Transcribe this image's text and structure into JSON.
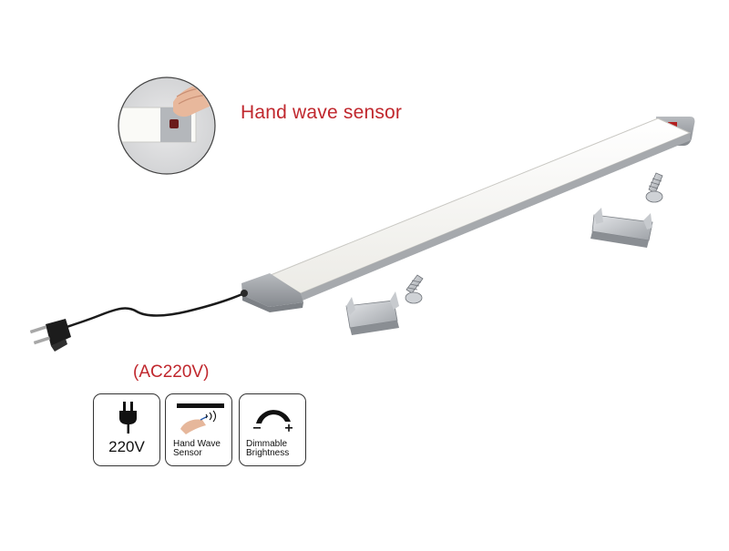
{
  "inset": {
    "label": "Hand wave sensor"
  },
  "power_note": "(AC220V)",
  "features": [
    {
      "icon": "plug-icon",
      "line1": "220V",
      "line2": ""
    },
    {
      "icon": "hand-wave-sensor-icon",
      "line1": "Hand Wave",
      "line2": "Sensor"
    },
    {
      "icon": "dimmer-arc-icon",
      "line1": "Dimmable",
      "line2": "Brightness"
    }
  ],
  "colors": {
    "accent_red": "#c0272d",
    "housing_gray": "#9a9ea3",
    "diffuser_white": "#f7f7f4"
  }
}
